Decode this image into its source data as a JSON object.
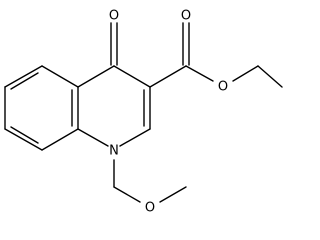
{
  "molecule": {
    "atoms": {
      "o_ketone": "O",
      "o_ester_carbonyl": "O",
      "o_ester_single": "O",
      "n_ring": "N",
      "o_methoxy": "O"
    },
    "colors": {
      "background": "#ffffff",
      "bond": "#000000",
      "atom_label": "#000000"
    }
  }
}
